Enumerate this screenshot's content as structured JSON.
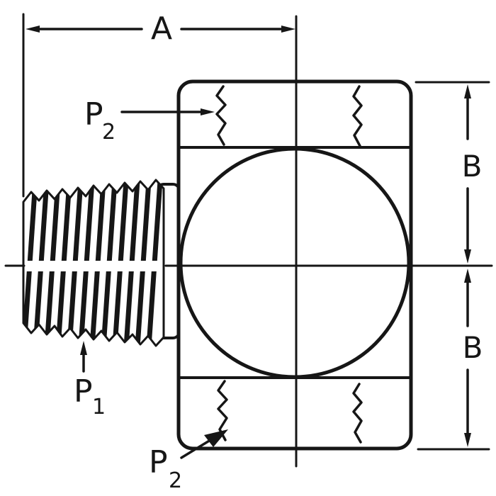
{
  "drawing": {
    "type": "engineering-drawing",
    "subject": "tee pipe fitting, side section view",
    "dimension_a": "A",
    "dimension_b_upper": "B",
    "dimension_b_lower": "B",
    "port_p1": {
      "base": "P",
      "sub": "1"
    },
    "port_p2_upper": {
      "base": "P",
      "sub": "2"
    },
    "port_p2_lower": {
      "base": "P",
      "sub": "2"
    },
    "colors": {
      "ink": "#161616",
      "background": "#ffffff"
    }
  }
}
